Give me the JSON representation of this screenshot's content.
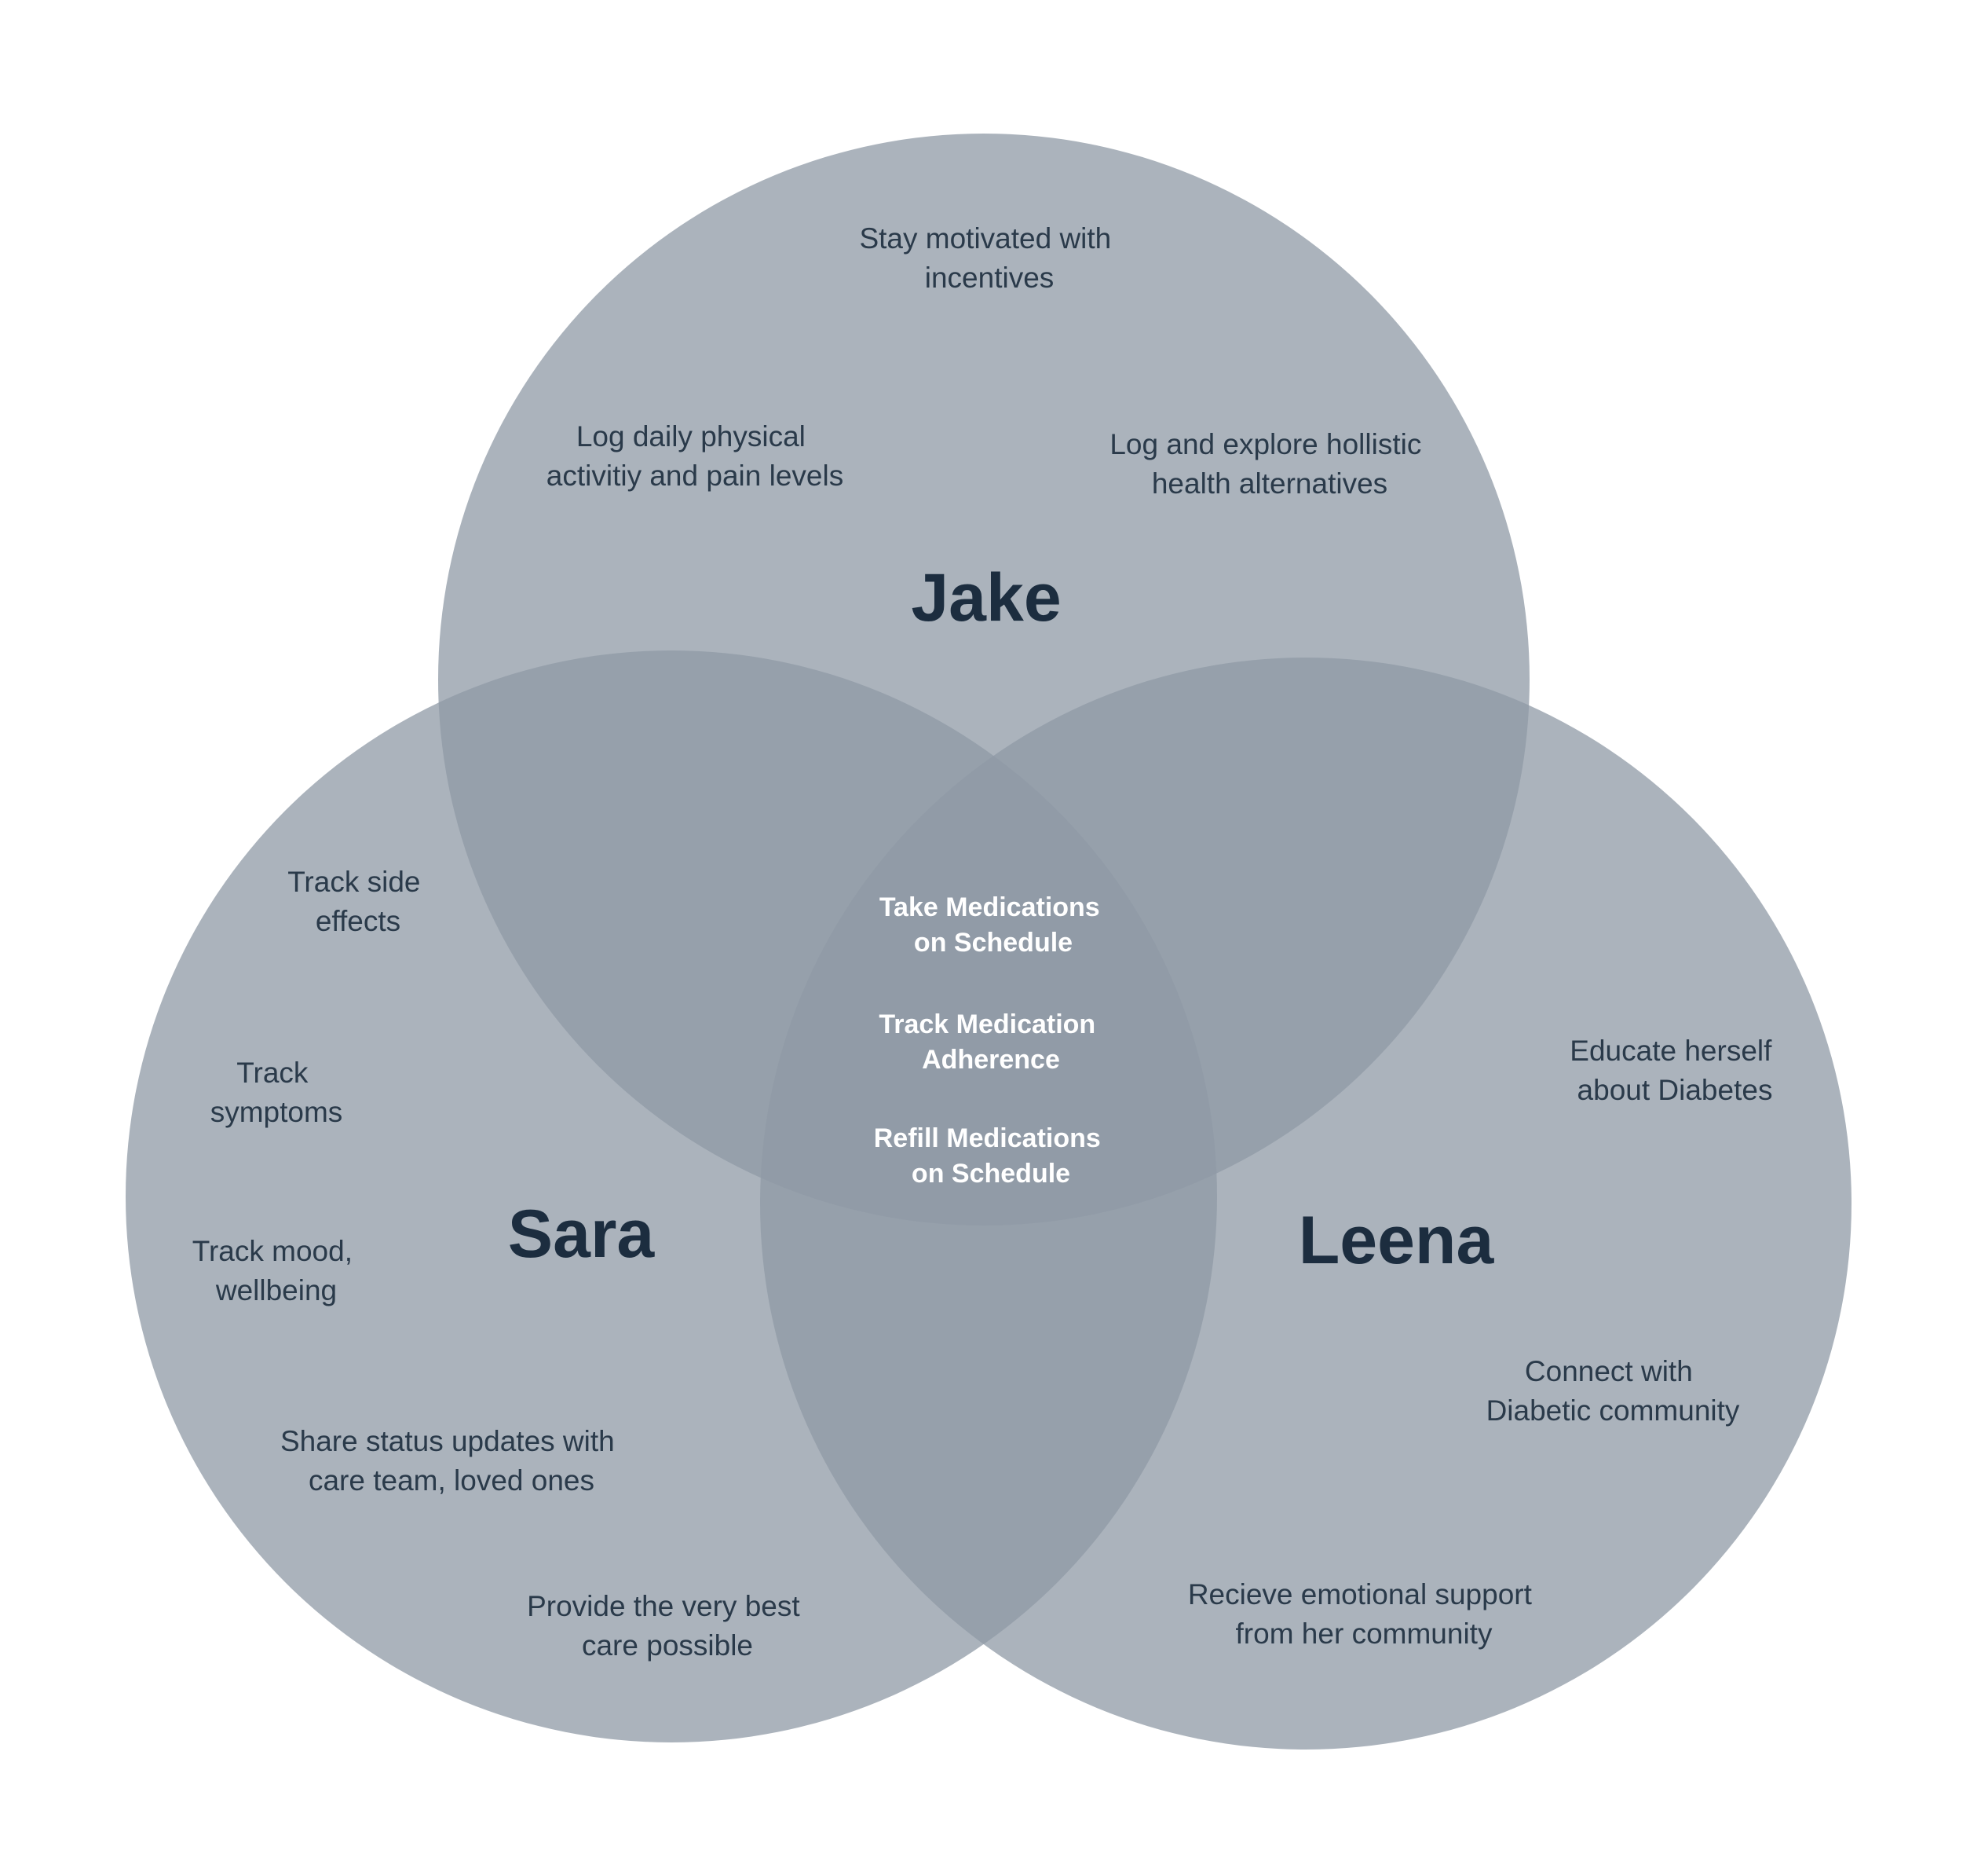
{
  "colors": {
    "circle_fill": "#8f9aa5",
    "circle_opacity": 0.75,
    "text": "#2a3a4a",
    "name_text": "#1c2d3f",
    "center_text": "#ffffff",
    "background": "#ffffff"
  },
  "jake": {
    "name": "Jake",
    "items": [
      [
        "Stay motivated with",
        "incentives"
      ],
      [
        "Log daily physical",
        "activitiy and pain levels"
      ],
      [
        "Log and explore hollistic",
        "health alternatives"
      ]
    ]
  },
  "sara": {
    "name": "Sara",
    "items": [
      [
        "Track side",
        "effects"
      ],
      [
        "Track",
        "symptoms"
      ],
      [
        "Track mood,",
        "wellbeing"
      ],
      [
        "Share status updates with",
        "care team, loved ones"
      ],
      [
        "Provide the very best",
        "care possible"
      ]
    ]
  },
  "leena": {
    "name": "Leena",
    "items": [
      [
        "Educate herself",
        "about Diabetes"
      ],
      [
        "Connect with",
        "Diabetic community"
      ],
      [
        "Recieve emotional support",
        "from her community"
      ]
    ]
  },
  "shared": {
    "items": [
      [
        "Take Medications",
        "on Schedule"
      ],
      [
        "Track Medication",
        "Adherence"
      ],
      [
        "Refill Medications",
        "on Schedule"
      ]
    ]
  }
}
